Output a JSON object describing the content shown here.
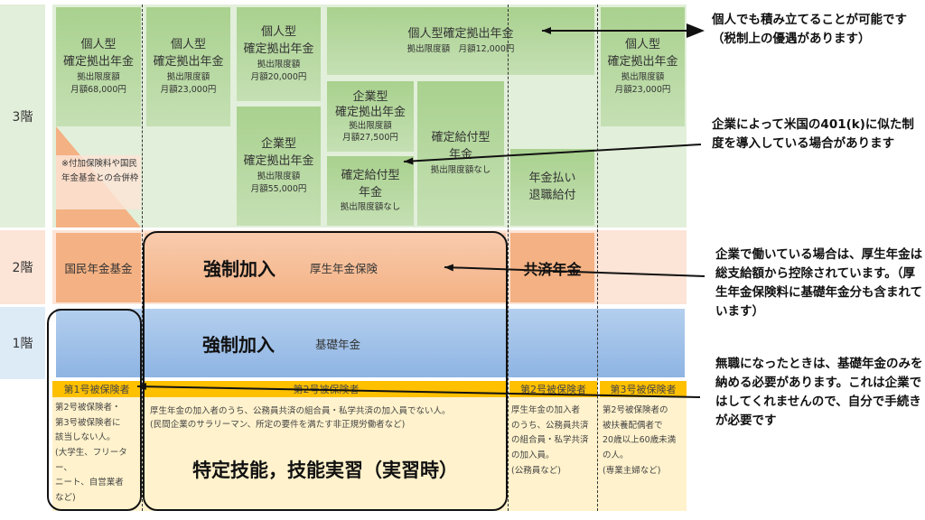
{
  "floors": {
    "f3": "3階",
    "f2": "2階",
    "f1": "1階"
  },
  "tier3": {
    "ideco_1": {
      "title1": "個人型",
      "title2": "確定拠出年金",
      "limit_label": "拠出限度額",
      "limit": "月額68,000円"
    },
    "ideco_note": "※付加保険料や国民年金基金との合併枠",
    "ideco_2": {
      "title1": "個人型",
      "title2": "確定拠出年金",
      "limit_label": "拠出限度額",
      "limit": "月額23,000円"
    },
    "ideco_3": {
      "title1": "個人型",
      "title2": "確定拠出年金",
      "limit_label": "拠出限度額",
      "limit": "月額20,000円"
    },
    "ideco_4": {
      "title": "個人型確定拠出年金",
      "limit": "拠出限度額　月額12,000円"
    },
    "corp_dc_1": {
      "title1": "企業型",
      "title2": "確定拠出年金",
      "limit_label": "拠出限度額",
      "limit": "月額55,000円"
    },
    "corp_dc_2": {
      "title1": "企業型",
      "title2": "確定拠出年金",
      "limit_label": "拠出限度額",
      "limit": "月額27,500円"
    },
    "db_1": {
      "title1": "確定給付型",
      "title2": "年金",
      "limit": "拠出限度額なし"
    },
    "db_2": {
      "title1": "確定給付型",
      "title2": "年金",
      "limit": "拠出限度額なし"
    },
    "retire": {
      "title1": "年金払い",
      "title2": "退職給付"
    },
    "ideco_5": {
      "title1": "個人型",
      "title2": "確定拠出年金",
      "limit_label": "拠出限度額",
      "limit": "月額23,000円"
    }
  },
  "tier2": {
    "kokumin_kikin": "国民年金基金",
    "mandatory": "強制加入",
    "kosei": "厚生年金保険",
    "kyosai": "共済年金"
  },
  "tier1": {
    "mandatory": "強制加入",
    "kiso": "基礎年金"
  },
  "insured": {
    "h1": "第1号被保険者",
    "h2": "第2号被保険者",
    "h3": "第2号被保険者",
    "h4": "第3号被保険者",
    "d1": [
      "第2号被保険者・",
      "第3号被保険者に",
      "該当しない人。",
      "(大学生、フリーター、",
      "ニート、自営業者",
      "など)"
    ],
    "d2": [
      "厚生年金の加入者のうち、公務員共済の組合員・私学共済の加入員でない人。",
      "(民間企業のサラリーマン、所定の要件を満たす非正規労働者など)"
    ],
    "d2_highlight": "特定技能，技能実習（実習時）",
    "d3": [
      "厚生年金の加入者",
      "のうち、公務員共済",
      "の組合員・私学共済",
      "の加入員。",
      "(公務員など)"
    ],
    "d4": [
      "第2号被保険者の",
      "被扶養配偶者で",
      "20歳以上60歳未満",
      "の人。",
      "(専業主婦など)"
    ]
  },
  "notes": [
    "個人でも積み立てることが可能です（税制上の優遇があります）",
    "企業によって米国の401(k)に似た制度を導入している場合があります",
    "企業で働いている場合は、厚生年金は総支給額から控除されています。（厚生年金保険料に基礎年金分も含まれています）",
    "無職になったときは、基礎年金のみを納める必要があります。これは企業ではしてくれませんので、自分で手続きが必要です"
  ],
  "colors": {
    "green": "#a9d18e",
    "salmon": "#f4b183",
    "blue": "#9dc3e6",
    "orange": "#ffc000",
    "cream": "#fff2cc"
  }
}
